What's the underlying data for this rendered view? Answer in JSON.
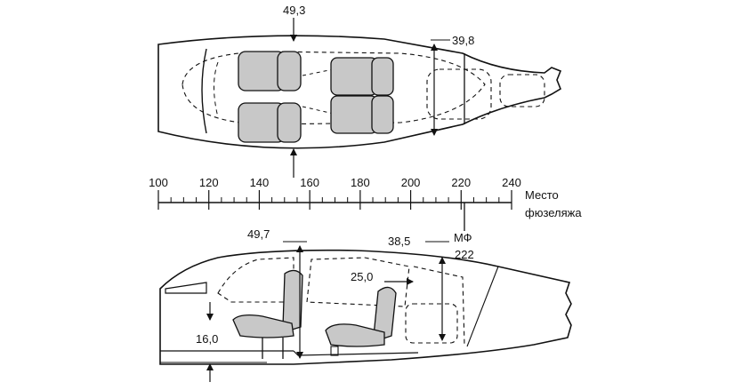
{
  "top_view": {
    "dim_top": "49,3",
    "dim_height": "39,8"
  },
  "scale": {
    "ticks": [
      "100",
      "120",
      "140",
      "160",
      "180",
      "200",
      "220",
      "240"
    ],
    "label_line1": "Место",
    "label_line2": "фюзеляжа",
    "marker_code": "МФ",
    "marker_value": "222"
  },
  "side_view": {
    "dim_seat_back": "49,7",
    "dim_height_front": "38,5",
    "dim_rear_gap": "25,0",
    "dim_floor": "16,0"
  }
}
